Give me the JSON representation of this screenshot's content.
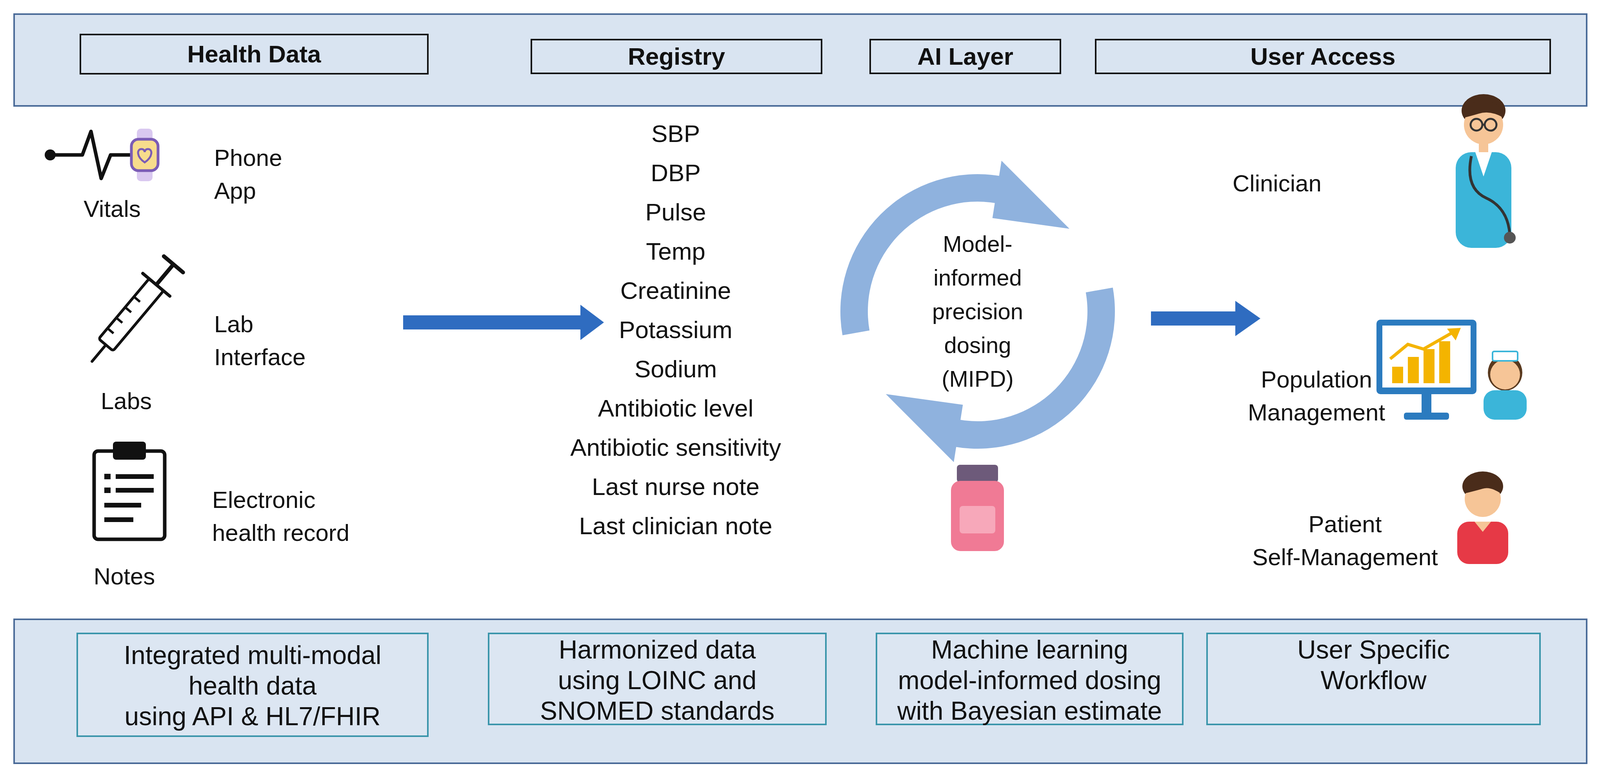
{
  "diagram": {
    "nodes": [
      {
        "text": [
          "Health Data"
        ]
      },
      {
        "text": [
          "Registry"
        ]
      },
      {
        "text": [
          "AI Layer"
        ]
      },
      {
        "text": [
          "User Access"
        ]
      },
      {
        "text": [
          "Model-informed precision dosing (MIPD)"
        ]
      },
      {
        "text": [
          "Integrated multi-modal health data using API & HL7/FHIR"
        ]
      },
      {
        "text": [
          "Harmonized data using LOINC and SNOMED standards"
        ]
      },
      {
        "text": [
          "Machine learning model-informed dosing with Bayesian estimate"
        ]
      },
      {
        "text": [
          "User Specific Workflow"
        ]
      }
    ],
    "labels": [
      "Vitals",
      "Phone App",
      "Labs",
      "Lab Interface",
      "Notes",
      "Electronic health record",
      "SBP",
      "DBP",
      "Pulse",
      "Temp",
      "Creatinine",
      "Potassium",
      "Sodium",
      "Antibiotic level",
      "Antibiotic sensitivity",
      "Last nurse note",
      "Last clinician note",
      "Clinician",
      "Population Management",
      "Patient Self-Management"
    ]
  }
}
